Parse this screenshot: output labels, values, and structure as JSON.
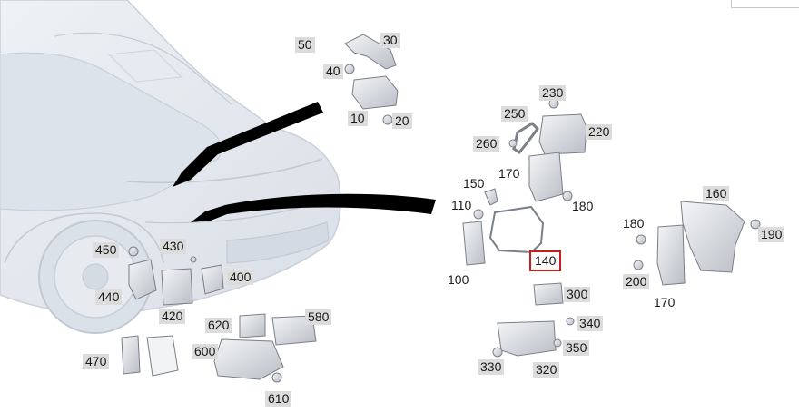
{
  "diagram": {
    "selected_callout": "140",
    "callouts": {
      "c50": "50",
      "c30": "30",
      "c40": "40",
      "c10": "10",
      "c20": "20",
      "c230": "230",
      "c250": "250",
      "c220": "220",
      "c260": "260",
      "c170a": "170",
      "c150": "150",
      "c180a": "180",
      "c110": "110",
      "c140": "140",
      "c100": "100",
      "c300": "300",
      "c340": "340",
      "c350": "350",
      "c330": "330",
      "c320": "320",
      "c160": "160",
      "c180b": "180",
      "c190": "190",
      "c200": "200",
      "c170b": "170",
      "c450": "450",
      "c430": "430",
      "c440": "440",
      "c420": "420",
      "c400": "400",
      "c620": "620",
      "c580": "580",
      "c470": "470",
      "c600": "600",
      "c610": "610"
    }
  },
  "colors": {
    "callout_bg": "#dcdcdc",
    "selected_border": "#c81e1e",
    "part_stroke": "#7a7f88",
    "car_body": "#e3e8ef"
  }
}
